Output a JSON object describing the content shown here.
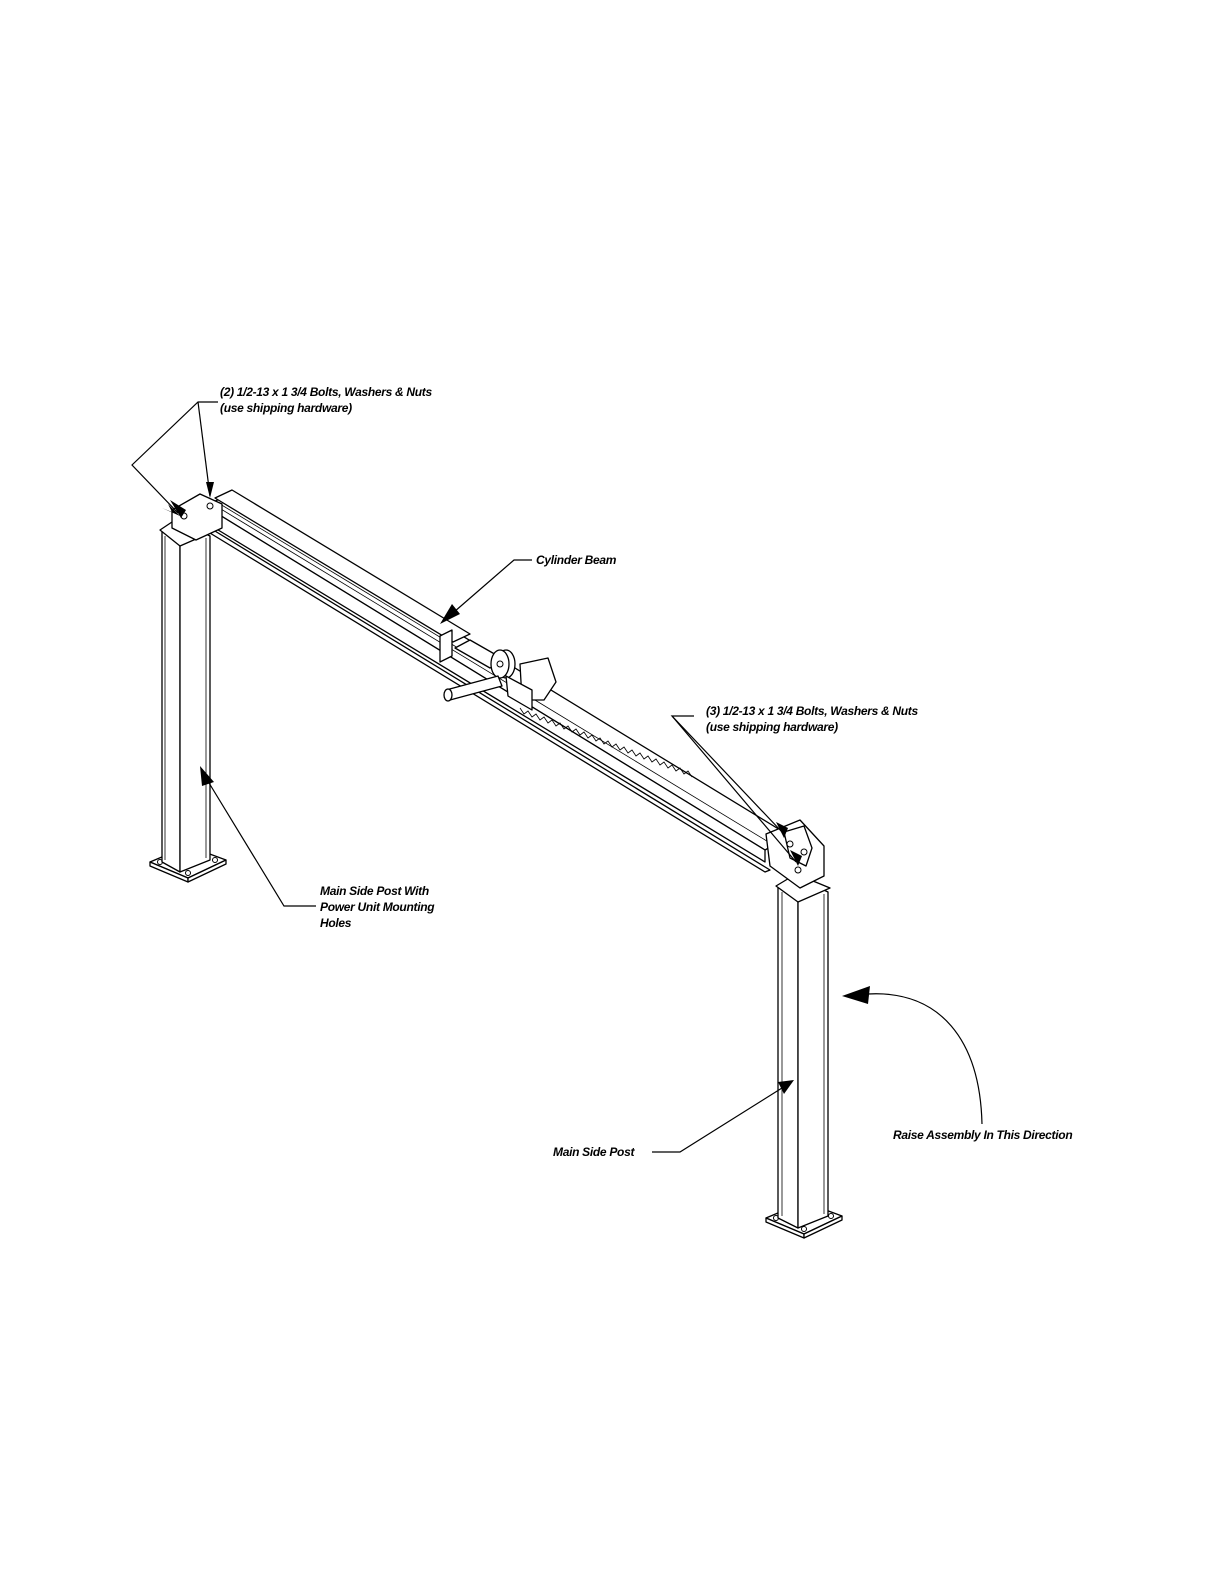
{
  "callouts": {
    "bolts_left_line1": "(2) 1/2-13 x 1 3/4 Bolts, Washers & Nuts",
    "bolts_left_line2": "(use shipping hardware)",
    "cylinder_beam": "Cylinder Beam",
    "bolts_right_line1": "(3) 1/2-13 x 1 3/4 Bolts, Washers & Nuts",
    "bolts_right_line2": "(use shipping hardware)",
    "main_post_power_line1": "Main Side Post With",
    "main_post_power_line2": "Power Unit Mounting",
    "main_post_power_line3": "Holes",
    "main_side_post": "Main Side Post",
    "raise_direction": "Raise Assembly In This Direction"
  }
}
